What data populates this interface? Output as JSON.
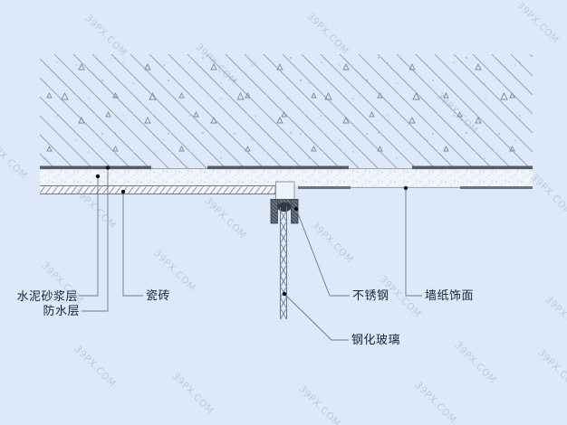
{
  "diagram": {
    "labels": {
      "cement_mortar_layer": "水泥砂浆层",
      "waterproof_layer": "防水层",
      "ceramic_tile": "瓷砖",
      "stainless_steel": "不锈钢",
      "wallpaper_finish": "墙纸饰面",
      "tempered_glass": "钢化玻璃"
    }
  },
  "watermark": {
    "text": "39PX.COM"
  },
  "colors": {
    "background": "#dde9f8",
    "hatch_line": "#98a3b2",
    "layer_edge_line": "#7b8593",
    "dark_segment": "#535c68",
    "steel_channel": "#4a525e",
    "label_text": "#1b2330",
    "leader_dot": "#0d1117",
    "watermark": "#9db0cf"
  }
}
